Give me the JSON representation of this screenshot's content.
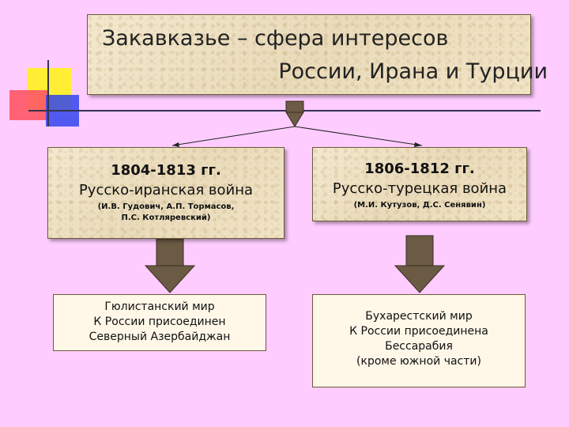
{
  "title": {
    "line1": "Закавказье – сфера интересов",
    "line2": "России, Ирана и Турции"
  },
  "wars": [
    {
      "years": "1804-1813 гг.",
      "name": "Русско-иранская война",
      "commanders_line1": "(И.В. Гудович, А.П. Тормасов,",
      "commanders_line2": "П.С. Котляревский)"
    },
    {
      "years": "1806-1812 гг.",
      "name": "Русско-турецкая война",
      "commanders_line1": "(М.И. Кутузов, Д.С. Сенявин)"
    }
  ],
  "treaties": [
    {
      "line1": "Гюлистанский мир",
      "line2": "К России присоединен",
      "line3": "Северный Азербайджан"
    },
    {
      "line1": "Бухарестский мир",
      "line2": "К России присоединена",
      "line3": "Бессарабия",
      "line4": "(кроме южной части)"
    }
  ],
  "colors": {
    "background": "#ffccff",
    "parchment": "#efe3c8",
    "arrow_fill": "#6b5a44",
    "deco_yellow": "#ffee33",
    "deco_red": "#ff3355",
    "deco_blue": "#3344ee",
    "rule_line": "#333355"
  }
}
